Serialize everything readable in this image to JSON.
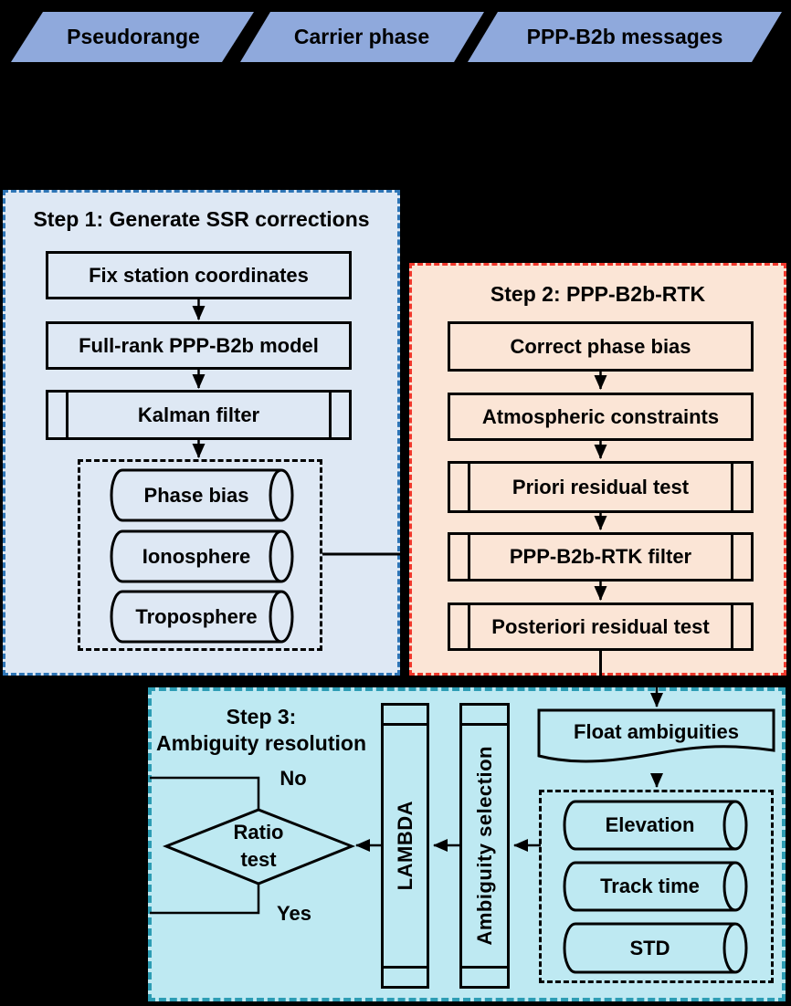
{
  "background_color": "#000000",
  "banners": {
    "fill": "#8FA9DC",
    "items": [
      "Pseudorange",
      "Carrier phase",
      "PPP-B2b messages"
    ]
  },
  "step1": {
    "title": "Step 1: Generate SSR corrections",
    "fill": "#DEE8F4",
    "border_color": "#2E75B6",
    "boxes": [
      "Fix station coordinates",
      "Full-rank PPP-B2b model",
      "Kalman filter"
    ],
    "products": [
      "Phase bias",
      "Ionosphere",
      "Troposphere"
    ]
  },
  "step2": {
    "title": "Step 2: PPP-B2b-RTK",
    "fill": "#FBE5D6",
    "border_color": "#F0382C",
    "boxes": [
      "Correct phase bias",
      "Atmospheric constraints",
      "Priori residual test",
      "PPP-B2b-RTK filter",
      "Posteriori residual test"
    ]
  },
  "step3": {
    "title_line1": "Step 3:",
    "title_line2": "Ambiguity resolution",
    "fill": "#BEE9F2",
    "border_color": "#2D9DB4",
    "float_box": "Float ambiguities",
    "criteria": [
      "Elevation",
      "Track time",
      "STD"
    ],
    "vertical_boxes": [
      "LAMBDA",
      "Ambiguity selection"
    ],
    "decision": {
      "line1": "Ratio",
      "line2": "test"
    },
    "branch_no": "No",
    "branch_yes": "Yes"
  }
}
